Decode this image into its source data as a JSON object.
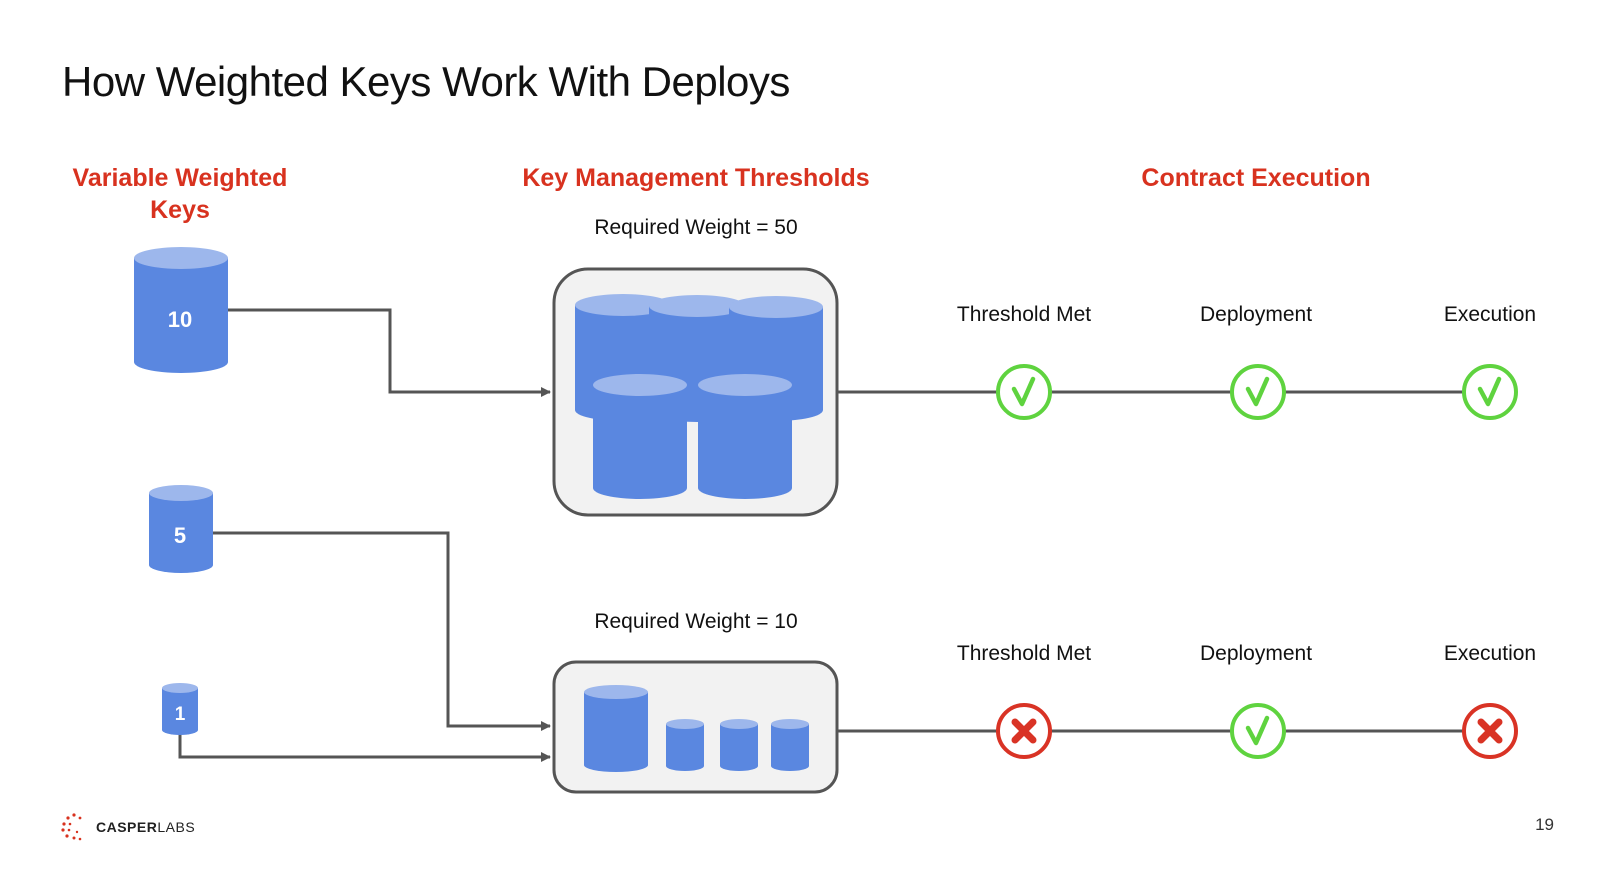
{
  "title": "How Weighted Keys Work With Deploys",
  "sections": {
    "keys": "Variable Weighted Keys",
    "thresholds": "Key Management Thresholds",
    "execution": "Contract Execution"
  },
  "keys": [
    {
      "weight": "10"
    },
    {
      "weight": "5"
    },
    {
      "weight": "1"
    }
  ],
  "thresholds": [
    {
      "required_label": "Required Weight = 50",
      "stages": [
        {
          "label": "Threshold Met",
          "status": "success"
        },
        {
          "label": "Deployment",
          "status": "success"
        },
        {
          "label": "Execution",
          "status": "success"
        }
      ]
    },
    {
      "required_label": "Required Weight = 10",
      "stages": [
        {
          "label": "Threshold Met",
          "status": "failure"
        },
        {
          "label": "Deployment",
          "status": "success"
        },
        {
          "label": "Execution",
          "status": "failure"
        }
      ]
    }
  ],
  "footer": {
    "brand_bold": "CASPER",
    "brand_light": "LABS",
    "page_number": "19"
  },
  "colors": {
    "accent": "#d8321f",
    "key_fill": "#5a87e0",
    "key_top": "#9db7ec",
    "success": "#5fd33f",
    "failure": "#d93325",
    "connector": "#555555",
    "box_fill": "#f2f2f2",
    "box_stroke": "#555555"
  }
}
